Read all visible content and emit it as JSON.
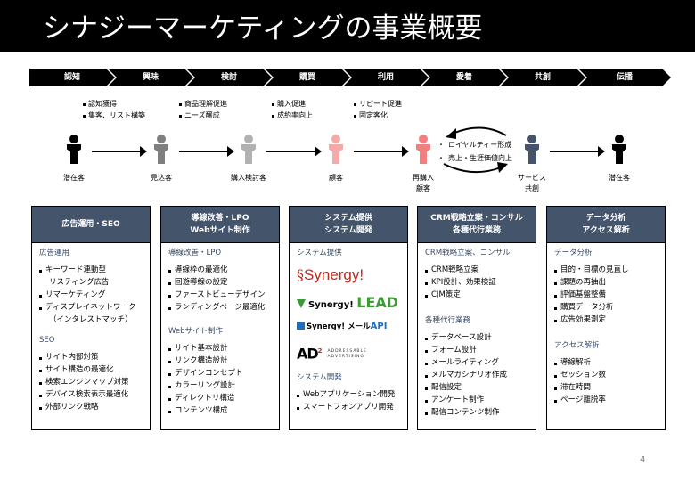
{
  "title": "シナジーマーケティングの事業概要",
  "stages": [
    "認知",
    "興味",
    "検討",
    "購買",
    "利用",
    "愛着",
    "共創",
    "伝播"
  ],
  "goals": [
    [
      "認知獲得",
      "集客、リスト構築"
    ],
    [
      "商品理解促進",
      "ニーズ醸成"
    ],
    [
      "購入促進",
      "成約率向上"
    ],
    [
      "リピート促進",
      "固定客化"
    ]
  ],
  "people": [
    {
      "label": "潜在客",
      "color": "#000000"
    },
    {
      "label": "見込客",
      "color": "#7f7f7f"
    },
    {
      "label": "購入検討客",
      "color": "#b2b2b2"
    },
    {
      "label": "顧客",
      "color": "#f4aaa9"
    },
    {
      "label": "再購入\n顧客",
      "label_lines": [
        "再購入",
        "顧客"
      ],
      "color": "#f08080"
    },
    {
      "label": "サービス\n共創",
      "label_lines": [
        "サービス",
        "共創"
      ],
      "color": "#44546a"
    },
    {
      "label": "潜在客",
      "color": "#000000"
    }
  ],
  "loop_points": [
    "ロイヤルティー形成",
    "売上・生涯価値向上"
  ],
  "columns": [
    {
      "header": [
        "広告運用・SEO"
      ],
      "sections": [
        {
          "title": "広告運用",
          "items": [
            [
              "キーワード連動型",
              "リスティング広告"
            ],
            [
              "リマーケティング"
            ],
            [
              "ディスプレイネットワーク",
              "（インタレストマッチ）"
            ]
          ]
        },
        {
          "title": "SEO",
          "items": [
            [
              "サイト内部対策"
            ],
            [
              "サイト構造の最適化"
            ],
            [
              "検索エンジンマップ対策"
            ],
            [
              "デバイス検索表示最適化"
            ],
            [
              "外部リンク戦略"
            ]
          ]
        }
      ]
    },
    {
      "header": [
        "導線改善・LPO",
        "Webサイト制作"
      ],
      "sections": [
        {
          "title": "導線改善・LPO",
          "items": [
            [
              "導線枠の最適化"
            ],
            [
              "回遊導線の設定"
            ],
            [
              "ファーストビューデザイン"
            ],
            [
              "ランディングページ最適化"
            ]
          ]
        },
        {
          "title": "Webサイト制作",
          "items": [
            [
              "サイト基本設計"
            ],
            [
              "リンク構造設計"
            ],
            [
              "デザインコンセプト"
            ],
            [
              "カラーリング設計"
            ],
            [
              "ディレクトリ構造"
            ],
            [
              "コンテンツ構成"
            ]
          ]
        }
      ]
    },
    {
      "header": [
        "システム提供",
        "システム開発"
      ],
      "provide_title": "システム提供",
      "logos": {
        "synergy": "Synergy!",
        "lead_prefix": "Synergy!",
        "lead": "LEAD",
        "api_prefix": "Synergy! メール",
        "api": "API",
        "ad": "AD",
        "ad_sup": "2",
        "ad_text_1": "ADDRESSABLE",
        "ad_text_2": "ADVERTISING"
      },
      "dev": {
        "title": "システム開発",
        "items": [
          "Webアプリケーション開発",
          "スマートフォンアプリ開発"
        ]
      }
    },
    {
      "header": [
        "CRM戦略立案・コンサル",
        "各種代行業務"
      ],
      "sections": [
        {
          "title": "CRM戦略立案、コンサル",
          "items": [
            [
              "CRM戦略立案"
            ],
            [
              "KPI設計、効果検証"
            ],
            [
              "CJM策定"
            ]
          ]
        },
        {
          "title": "各種代行業務",
          "items": [
            [
              "データベース設計"
            ],
            [
              "フォーム設計"
            ],
            [
              "メールライティング"
            ],
            [
              "メルマガシナリオ作成"
            ],
            [
              "配信設定"
            ],
            [
              "アンケート制作"
            ],
            [
              "配信コンテンツ制作"
            ]
          ]
        }
      ]
    },
    {
      "header": [
        "データ分析",
        "アクセス解析"
      ],
      "sections": [
        {
          "title": "データ分析",
          "items": [
            [
              "目的・目標の見直し"
            ],
            [
              "課題の再抽出"
            ],
            [
              "評価基盤整備"
            ],
            [
              "購買データ分析"
            ],
            [
              "広告効果測定"
            ]
          ]
        },
        {
          "title": "アクセス解析",
          "items": [
            [
              "導線解析"
            ],
            [
              "セッション数"
            ],
            [
              "滞在時間"
            ],
            [
              "ページ離脱率"
            ]
          ]
        }
      ]
    }
  ],
  "page_number": "4"
}
